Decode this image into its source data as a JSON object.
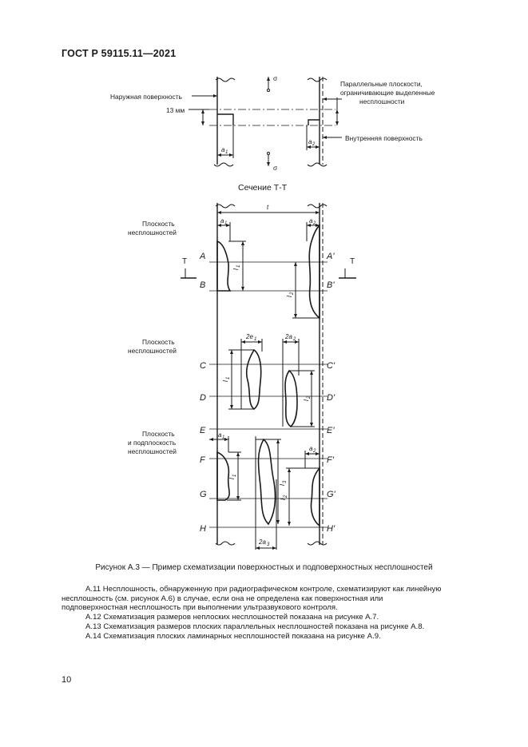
{
  "header": {
    "standard": "ГОСТ Р 59115.11—2021"
  },
  "figure": {
    "top": {
      "outer_surface": "Наружная поверхность",
      "dim_13mm": "13 мм",
      "parallel_planes": [
        "Параллельные плоскости,",
        "ограничивающие выделенные",
        "несплошности"
      ],
      "inner_surface": "Внутренняя поверхность",
      "sigma": "σ",
      "a": "a",
      "sub1": "1",
      "sub2": "2"
    },
    "section_title": "Сечение Т-Т",
    "t_label": "t",
    "section_mark": "Т",
    "group1_label": [
      "Плоскость",
      "несплошностей"
    ],
    "group2_label": [
      "Плоскость",
      "несплошностей"
    ],
    "group3_label": [
      "Плоскость",
      "и подплоскость",
      "несплошностей"
    ],
    "letters_left": [
      "A",
      "B",
      "C",
      "D",
      "E",
      "F",
      "G",
      "H"
    ],
    "letters_right": [
      "A'",
      "B'",
      "C'",
      "D'",
      "E'",
      "F'",
      "G'",
      "H'"
    ],
    "dims": {
      "a1": "a",
      "a2": "a",
      "two_e1": "2e",
      "two_a2": "2a",
      "two_a3": "2a",
      "l": "l",
      "s1": "1",
      "s2": "2",
      "s3": "3"
    },
    "caption": "Рисунок А.3 — Пример схематизации поверхностных и подповерхностных несплошностей"
  },
  "text": {
    "p1": "А.11 Несплошность, обнаруженную при радиографическом контроле, схематизируют как линейную несплошность (см. рисунок А.6) в случае, если она не определена как поверхностная или подповерхностная несплошность при выполнении ультразвукового контроля.",
    "p2": "А.12 Схематизация размеров неплоских несплошностей показана на рисунке А.7.",
    "p3": "А.13 Схематизация размеров плоских параллельных несплошностей показана на рисунке А.8.",
    "p4": "А.14 Схематизация плоских ламинарных несплошностей показана на рисунке А.9."
  },
  "footer": {
    "page_number": "10"
  }
}
